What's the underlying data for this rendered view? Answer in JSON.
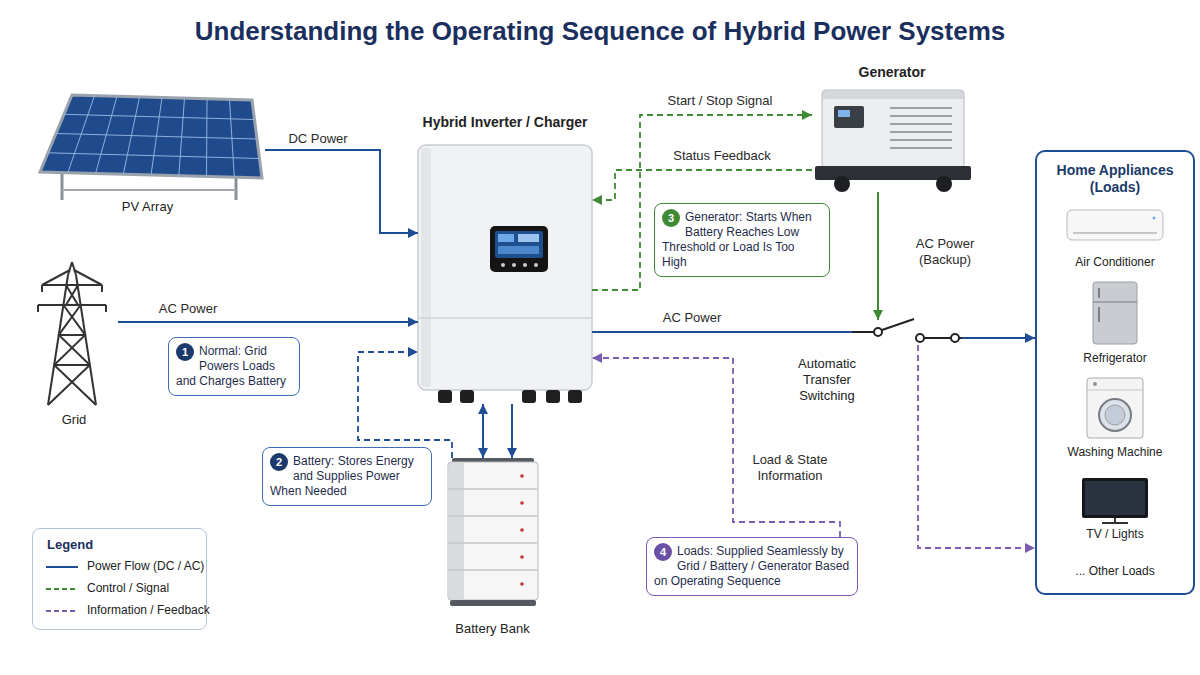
{
  "diagram": {
    "title": "Understanding the Operating Sequence of Hybrid Power Systems",
    "nodes": [
      {
        "text": [
          "PV Array"
        ]
      },
      {
        "text": [
          "Grid"
        ]
      },
      {
        "text": [
          "Hybrid Inverter / Charger"
        ]
      },
      {
        "text": [
          "Generator"
        ]
      },
      {
        "text": [
          "Battery Bank"
        ]
      },
      {
        "text": [
          "Automatic Transfer Switching"
        ]
      },
      {
        "text": [
          "Home Appliances (Loads)"
        ]
      },
      {
        "text": [
          "Air Conditioner"
        ],
        "in": 6
      },
      {
        "text": [
          "Refrigerator"
        ],
        "in": 6
      },
      {
        "text": [
          "Washing Machine"
        ],
        "in": 6
      },
      {
        "text": [
          "TV / Lights"
        ],
        "in": 6
      },
      {
        "text": [
          "... Other Loads"
        ],
        "in": 6
      },
      {
        "text": [
          "Normal: Grid Powers Loads and Charges Battery"
        ]
      },
      {
        "text": [
          "1"
        ],
        "in": 12
      },
      {
        "text": [
          "Battery: Stores Energy and Supplies Power When Needed"
        ]
      },
      {
        "text": [
          "2"
        ],
        "in": 14
      },
      {
        "text": [
          "Generator: Starts When Battery Reaches Low Threshold or Load Is Too High"
        ]
      },
      {
        "text": [
          "3"
        ],
        "in": 16
      },
      {
        "text": [
          "Loads: Supplied Seamlessly by Grid / Battery / Generator Based on Operating Sequence"
        ]
      },
      {
        "text": [
          "4"
        ],
        "in": 18
      }
    ],
    "edges": [
      {
        "from": 0,
        "to": 2,
        "label": "DC Power",
        "arrow": "to"
      },
      {
        "from": 1,
        "to": 2,
        "label": "AC Power",
        "arrow": "to"
      },
      {
        "from": 2,
        "to": 3,
        "label": "Start / Stop Signal",
        "arrow": "to"
      },
      {
        "from": 3,
        "to": 2,
        "label": "Status Feedback",
        "arrow": "to"
      },
      {
        "from": 2,
        "to": 4,
        "arrow": "both"
      },
      {
        "from": 2,
        "to": 4,
        "arrow": "to"
      },
      {
        "from": 4,
        "to": 2,
        "arrow": "to"
      },
      {
        "from": 2,
        "to": 5,
        "label": "AC Power",
        "arrow": "none"
      },
      {
        "from": 3,
        "to": 5,
        "label": "AC Power (Backup)",
        "arrow": "to"
      },
      {
        "from": 5,
        "to": 6,
        "arrow": "to"
      },
      {
        "from": 5,
        "to": 6,
        "arrow": "to"
      },
      {
        "from": 18,
        "to": 2,
        "label": "Load & State Information",
        "arrow": "to"
      }
    ],
    "labels": [
      "Legend"
    ],
    "legend": [
      {
        "text": "Power Flow (DC / AC)"
      },
      {
        "text": "Control / Signal"
      },
      {
        "text": "Information / Feedback"
      }
    ]
  }
}
